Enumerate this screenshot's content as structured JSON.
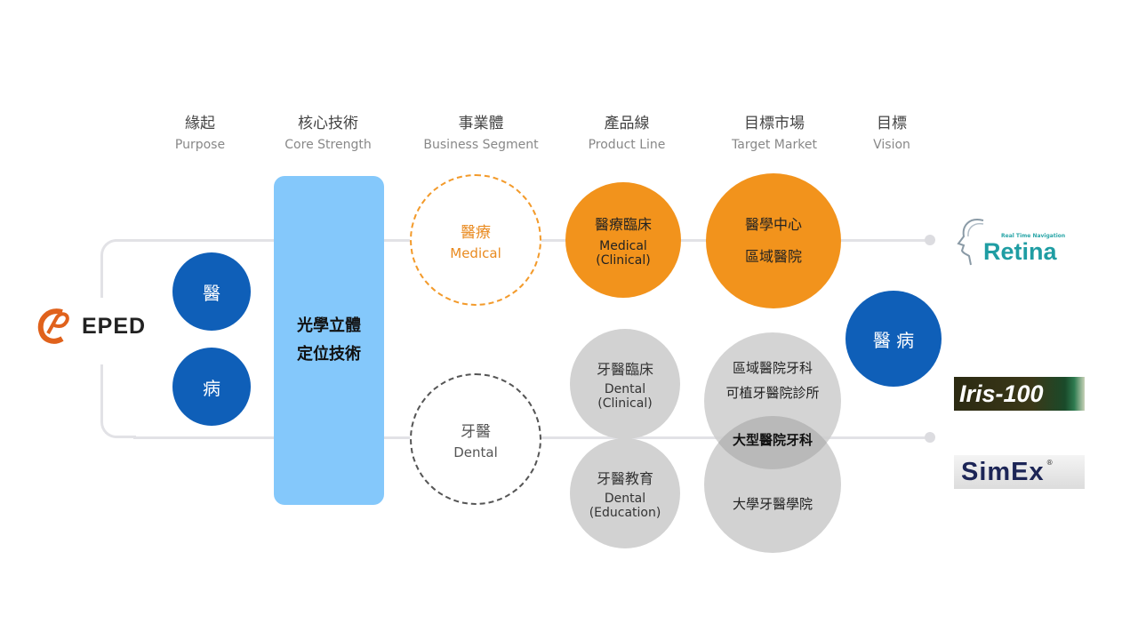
{
  "headers": [
    {
      "zh": "緣起",
      "en": "Purpose"
    },
    {
      "zh": "核心技術",
      "en": "Core Strength"
    },
    {
      "zh": "事業體",
      "en": "Business Segment"
    },
    {
      "zh": "產品線",
      "en": "Product Line"
    },
    {
      "zh": "目標市場",
      "en": "Target Market"
    },
    {
      "zh": "目標",
      "en": "Vision"
    }
  ],
  "logo": {
    "text": "EPED"
  },
  "purpose": [
    "醫",
    "病"
  ],
  "core": {
    "line1": "光學立體",
    "line2": "定位技術"
  },
  "segments": {
    "medical": {
      "zh": "醫療",
      "en": "Medical"
    },
    "dental": {
      "zh": "牙醫",
      "en": "Dental"
    }
  },
  "products": {
    "medical": {
      "zh": "醫療臨床",
      "en1": "Medical",
      "en2": "(Clinical)"
    },
    "dental_clinical": {
      "zh": "牙醫臨床",
      "en1": "Dental",
      "en2": "(Clinical)"
    },
    "dental_edu": {
      "zh": "牙醫教育",
      "en1": "Dental",
      "en2": "(Education)"
    }
  },
  "markets": {
    "medical": [
      "醫學中心",
      "區域醫院"
    ],
    "dental_top": [
      "區域醫院牙科",
      "可植牙醫院診所"
    ],
    "overlap": "大型醫院牙科",
    "dental_bottom": "大學牙醫學院"
  },
  "vision": "醫 病",
  "brands": {
    "retina_sub": "Real Time Navigation",
    "retina": "Retina",
    "iris": "Iris-100",
    "simex": "SimEx",
    "simex_mark": "®"
  },
  "colors": {
    "blue": "#0f5fb8",
    "light_blue": "#84c8fb",
    "orange": "#f2931c",
    "gray": "#d2d2d2"
  }
}
